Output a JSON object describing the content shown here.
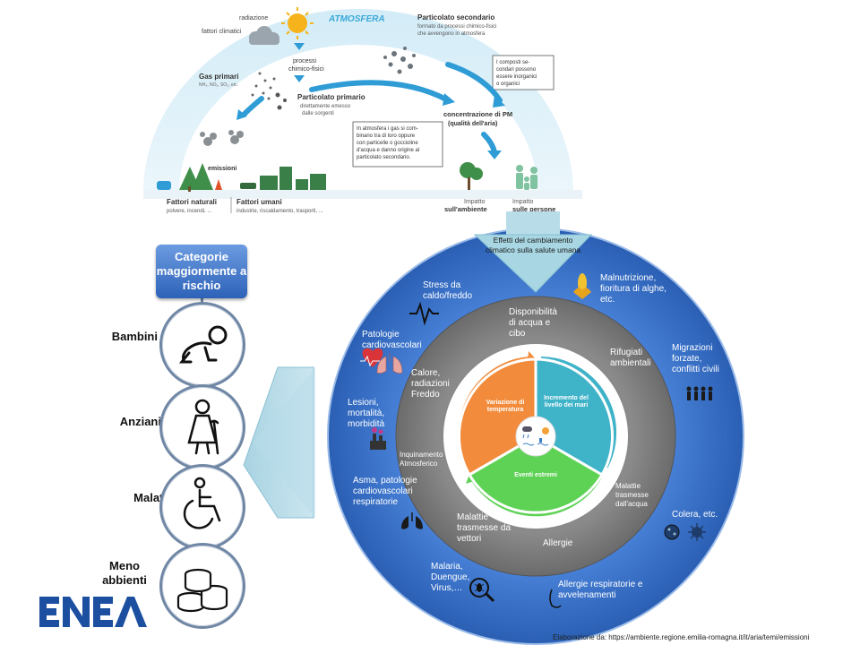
{
  "top": {
    "atmosfera": "ATMOSFERA",
    "radiazione": "radiazione",
    "fattori_climatici": "fattori climatici",
    "processi": "processi",
    "chimico_fisici": "chimico-fisici",
    "gas_primari": "Gas primari",
    "gas_formula": "NH₃, NOₓ, SO₂, etc.",
    "particolato_primario": "Particolato primario",
    "pp_desc_1": "direttamente emesso",
    "pp_desc_2": "dalle sorgenti",
    "particolato_secondario": "Particolato secondario",
    "ps_desc_1": "formato da processi chimico-fisici",
    "ps_desc_2": "che avvengono in atmosfera",
    "box1_lines": [
      "I composti se-",
      "condari possono",
      "essere inorganici",
      "o organici"
    ],
    "box2_lines": [
      "In atmosfera i gas si com-",
      "binano tra di loro oppure",
      "con particelle o goccioline",
      "d'acqua e danno origine al",
      "particolato secondario."
    ],
    "concentrazione": "concentrazione di PM",
    "qualita": "(qualità dell'aria)",
    "emissioni": "emissioni",
    "fattori_naturali": "Fattori naturali",
    "fn_desc": "polvere, incendi, ...",
    "fattori_umani": "Fattori umani",
    "fu_desc": "industrie, riscaldamento, trasporti, ...",
    "impatto": "Impatto",
    "ambiente": "sull'ambiente",
    "persone": "sulle persone"
  },
  "arrow_label": "Effetti del cambiamento climatico sulla salute umana",
  "categories": {
    "title": "Categorie maggiormente a rischio",
    "items": [
      {
        "label": "Bambini",
        "icon": "crawling-baby-icon"
      },
      {
        "label": "Anziani",
        "icon": "elderly-woman-icon"
      },
      {
        "label": "Malati",
        "icon": "wheelchair-icon"
      },
      {
        "label": "Meno abbienti",
        "icon": "coins-icon"
      }
    ]
  },
  "outer_ring": {
    "stress": "Stress da caldo/freddo",
    "patologie": "Patologie cardiovascolari",
    "lesioni": "Lesioni, mortalità, morbidità",
    "asma": "Asma, patologie cardiovascolari respiratorie",
    "malaria": "Malaria, Duengue, Virus,…",
    "allergie_resp": "Allergie respiratorie e avvelenamenti",
    "colera": "Colera, etc.",
    "migrazioni": "Migrazioni forzate, conflitti civili",
    "malnutrizione": "Malnutrizione, fioritura di alghe, etc."
  },
  "grey_ring": {
    "disponibilita": "Disponibilità di acqua e cibo",
    "rifugiati": "Rifugiati ambientali",
    "calore": "Calore, radiazioni Freddo",
    "inquinamento": "Inquinamento Atmosferico",
    "malattie_acqua": "Malattie trasmesse dall'acqua",
    "malattie_vettori": "Malattie trasmesse da vettori",
    "allergie": "Allergie"
  },
  "inner": {
    "temperatura": "Variazione di temperatura",
    "mari": "Incremento del livello dei mari",
    "eventi": "Eventi estremi"
  },
  "icons": {
    "heartbeat": "heartbeat-icon",
    "heart": "heart-icon",
    "lungs": "lungs-icon",
    "factory": "factory-icon",
    "lungs2": "lungs-icon",
    "mosquito": "mosquito-icon",
    "nose": "nose-icon",
    "bacteria": "bacteria-icon",
    "people": "people-icon",
    "corn": "corn-icon"
  },
  "logo": "ENEA",
  "source": "Elaborazione  da: https://ambiente.regione.emilia-romagna.it/it/aria/temi/emissioni",
  "colors": {
    "outer_ring": "#3a78d4",
    "grey_ring": "#7c7c7c",
    "orange": "#f28c3c",
    "teal": "#3fb3c8",
    "green": "#5ed255",
    "arrow": "#a8d6e3",
    "logo": "#1c4fa0"
  }
}
